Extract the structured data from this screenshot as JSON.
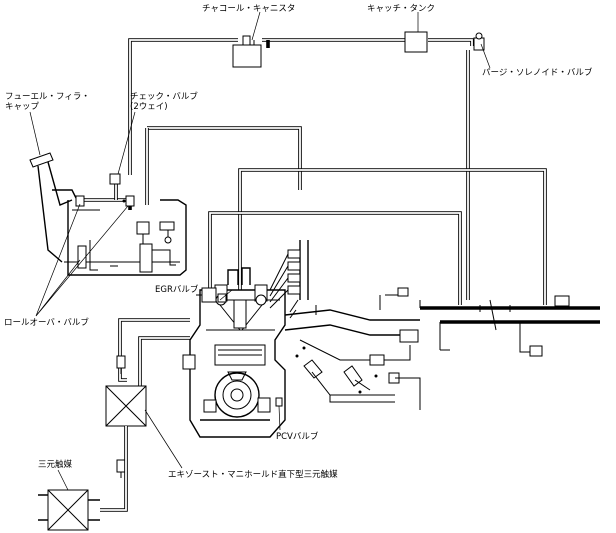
{
  "labels": {
    "charcoal_canister": "チャコール・キャニスタ",
    "catch_tank": "キャッチ・タンク",
    "purge_solenoid_valve": "パージ・ソレノイド・バルブ",
    "fuel_filler_cap": "フューエル・フィラ・\nキャップ",
    "check_valve": "チェック・バルブ\n(2ウェイ)",
    "egr_valve": "EGRバルブ",
    "rollover_valve": "ロールオーバ・バルブ",
    "pcv_valve": "PCVバルブ",
    "three_way_catalyst": "三元触媒",
    "manifold_catalyst": "エキゾースト・マニホールド直下型三元触媒"
  }
}
